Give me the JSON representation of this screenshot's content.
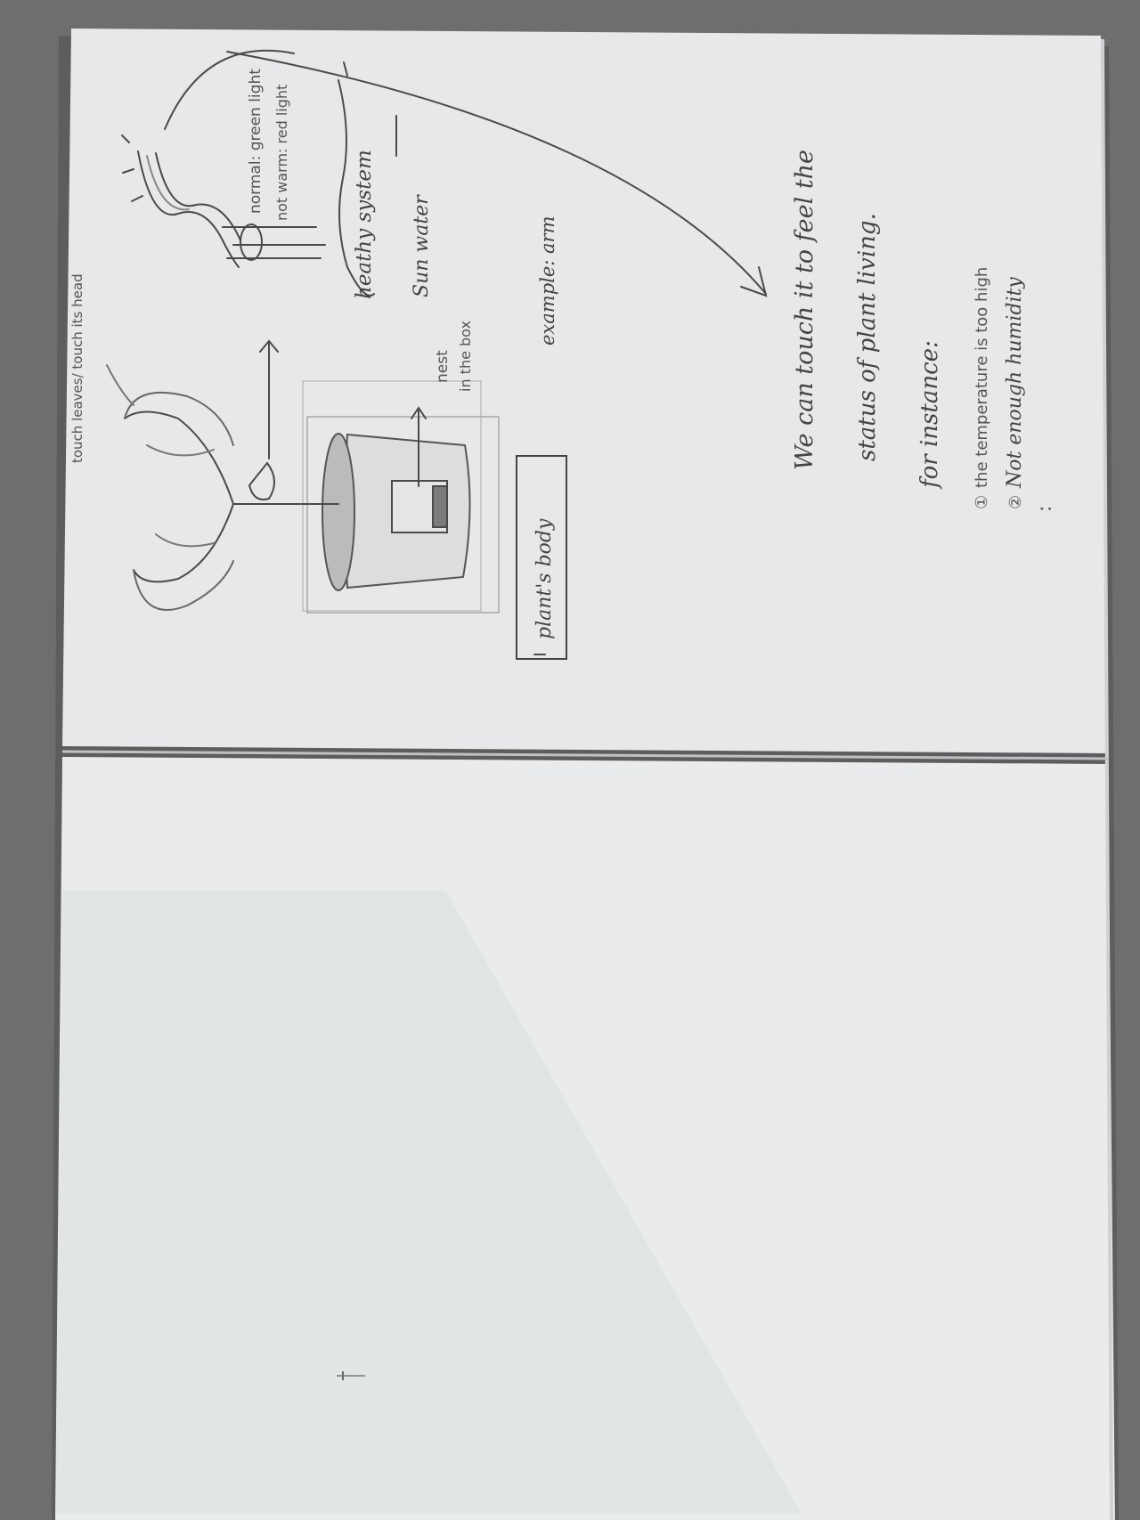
{
  "colors": {
    "table": "#6f6e6e",
    "paper": "#e6e8e9",
    "pencil": "#4a4a4a"
  },
  "sketch": {
    "top_note": "touch leaves/ touch its head",
    "box_label": "plant's body",
    "nest_note_1": "nest",
    "nest_note_2": "in the box",
    "example_note": "example: arm",
    "bracelet_note_1": "normal: green light",
    "bracelet_note_2": "not warm: red light",
    "system_label": "heathy system",
    "sun_water": "Sun water",
    "sentence_line_1": "We can touch it to feel the",
    "sentence_line_2": "status of plant living.",
    "for_instance": "for instance:",
    "item_1": "the temperature is too high",
    "item_2": "Not enough humidity",
    "item_1_marker": "①",
    "item_2_marker": "②",
    "ellipsis": ":"
  }
}
